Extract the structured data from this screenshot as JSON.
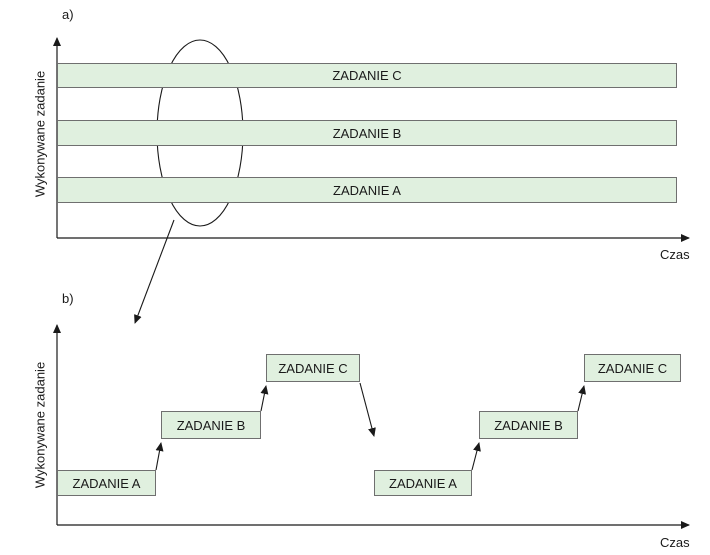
{
  "panel_a": {
    "label": "a)",
    "y_axis_label": "Wykonywane zadanie",
    "x_axis_label": "Czas",
    "tasks": [
      "ZADANIE C",
      "ZADANIE B",
      "ZADANIE A"
    ]
  },
  "panel_b": {
    "label": "b)",
    "y_axis_label": "Wykonywane zadanie",
    "x_axis_label": "Czas",
    "tasks": [
      "ZADANIE A",
      "ZADANIE B",
      "ZADANIE C",
      "ZADANIE A",
      "ZADANIE B",
      "ZADANIE C"
    ]
  },
  "colors": {
    "bar_fill": "#e0f0df",
    "bar_border": "#6f6f6f",
    "line": "#1a1a1a"
  }
}
